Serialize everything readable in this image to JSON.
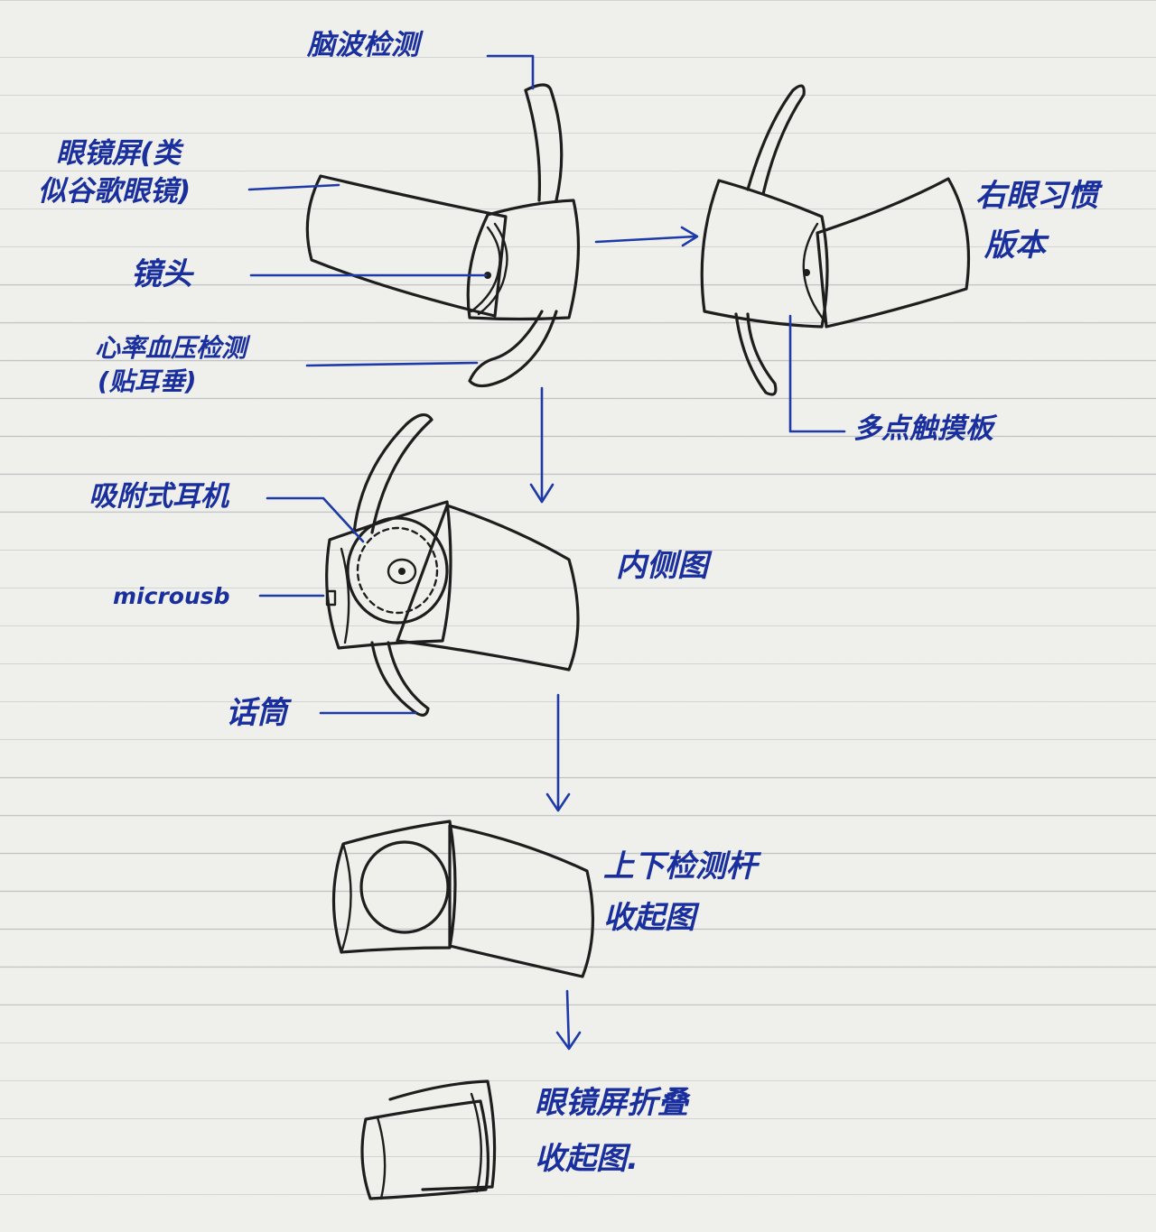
{
  "colors": {
    "ink": "#1e1e1e",
    "annotation": "#1d3aa8",
    "paper": "#efefeb",
    "rule": "#8c969b"
  },
  "labels": {
    "brainwave": "脑波检测",
    "screen_line1": "眼镜屏(类",
    "screen_line2": "似谷歌眼镜)",
    "lens": "镜头",
    "heart_line1": "心率血压检测",
    "heart_line2": "(贴耳垂)",
    "right_line1": "右眼习惯",
    "right_line2": "版本",
    "touchpad": "多点触摸板",
    "earphone": "吸附式耳机",
    "inner": "内侧图",
    "microusb": "microusb",
    "mic": "话筒",
    "rod_line1": "上下检测杆",
    "rod_line2": "收起图",
    "fold_line1": "眼镜屏折叠",
    "fold_line2": "收起图."
  }
}
